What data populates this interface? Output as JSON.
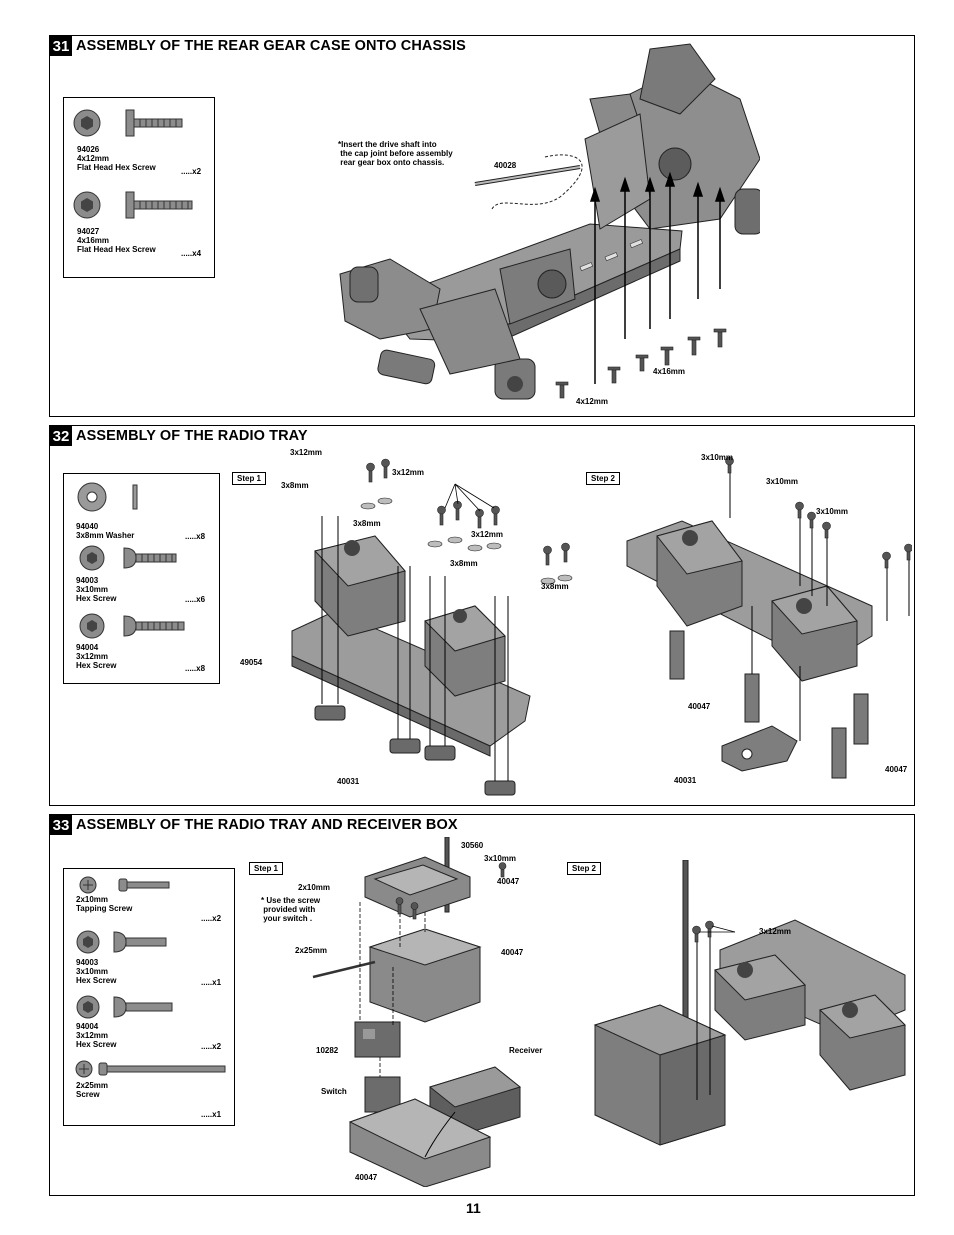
{
  "sections": [
    {
      "number": "31",
      "title": "ASSEMBLY OF THE REAR GEAR CASE ONTO CHASSIS",
      "parts": [
        {
          "code": "94026",
          "size": "4x12mm",
          "name": "Flat Head Hex Screw",
          "qty": ".....x2"
        },
        {
          "code": "94027",
          "size": "4x16mm",
          "name": "Flat Head Hex Screw",
          "qty": ".....x4"
        }
      ],
      "note": "*Insert the drive shaft into\n the cap joint before assembly\n rear gear box onto chassis.",
      "labels": {
        "shaft": "40028",
        "screw_long": "4x16mm",
        "screw_short": "4x12mm"
      }
    },
    {
      "number": "32",
      "title": "ASSEMBLY OF THE RADIO TRAY",
      "parts": [
        {
          "code": "94040",
          "size": "3x8mm Washer",
          "name": "",
          "qty": ".....x8"
        },
        {
          "code": "94003",
          "size": "3x10mm",
          "name": "Hex Screw",
          "qty": ".....x6"
        },
        {
          "code": "94004",
          "size": "3x12mm",
          "name": "Hex Screw",
          "qty": ".....x8"
        }
      ],
      "step1": "Step 1",
      "step2": "Step 2",
      "labels": {
        "s3x12a": "3x12mm",
        "s3x8a": "3x8mm",
        "s3x12b": "3x12mm",
        "s3x8b": "3x8mm",
        "s3x8c": "3x8mm",
        "s3x12c": "3x12mm",
        "s3x8d": "3x8mm",
        "tray": "49054",
        "mount1": "40031",
        "s3x10a": "3x10mm",
        "s3x10b": "3x10mm",
        "s3x10c": "3x10mm",
        "post1": "40047",
        "mount2": "40031",
        "post2": "40047"
      }
    },
    {
      "number": "33",
      "title": "ASSEMBLY OF THE RADIO TRAY AND RECEIVER BOX",
      "parts": [
        {
          "code": "2x10mm",
          "size": "Tapping Screw",
          "name": "",
          "qty": ".....x2"
        },
        {
          "code": "94003",
          "size": "3x10mm",
          "name": "Hex Screw",
          "qty": ".....x1"
        },
        {
          "code": "94004",
          "size": "3x12mm",
          "name": "Hex Screw",
          "qty": ".....x2"
        },
        {
          "code": "2x25mm",
          "size": "Screw",
          "name": "",
          "qty": ".....x1"
        }
      ],
      "step1": "Step 1",
      "step2": "Step 2",
      "note": "* Use the screw\n provided with\n your switch .",
      "labels": {
        "antenna": "30560",
        "s3x10": "3x10mm",
        "lid": "40047",
        "s2x10": "2x10mm",
        "s2x25": "2x25mm",
        "box": "40047",
        "switchpart": "10282",
        "receiver": "Receiver",
        "switch": "Switch",
        "base": "40047",
        "s3x12": "3x12mm"
      }
    }
  ],
  "page_number": "11",
  "colors": {
    "part_fill": "#8c8c8c",
    "part_dark": "#5a5a5a",
    "part_light": "#c8c8c8",
    "line": "#000000"
  }
}
